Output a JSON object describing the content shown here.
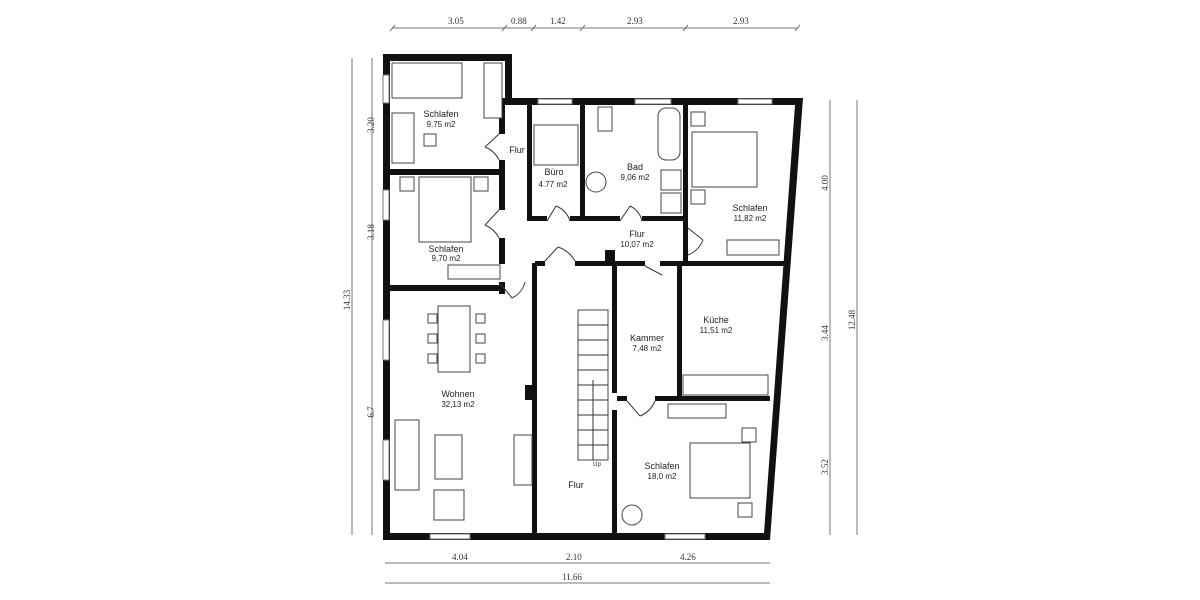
{
  "dimensions": {
    "top": [
      "3.05",
      "0.88",
      "1.42",
      "2.93",
      "2.93"
    ],
    "left": [
      "3.20",
      "3.18",
      "6.7"
    ],
    "left_total": "14.33",
    "right": [
      "4.00",
      "3.44",
      "3.52"
    ],
    "right_total": "12.48",
    "bottom": [
      "4.04",
      "2.10",
      "4.26"
    ],
    "bottom_total": "11.66"
  },
  "rooms": [
    {
      "name": "Schlafen",
      "area": "9.75 m2"
    },
    {
      "name": "Flur",
      "area": ""
    },
    {
      "name": "Büro",
      "area": "4.77 m2"
    },
    {
      "name": "Bad",
      "area": "9,06 m2"
    },
    {
      "name": "Schlafen",
      "area": "11,82 m2"
    },
    {
      "name": "Flur",
      "area": "10,07 m2"
    },
    {
      "name": "Schlafen",
      "area": "9,70 m2"
    },
    {
      "name": "Kammer",
      "area": "7,48 m2"
    },
    {
      "name": "Küche",
      "area": "11,51 m2"
    },
    {
      "name": "Wohnen",
      "area": "32,13 m2"
    },
    {
      "name": "Flur",
      "area": ""
    },
    {
      "name": "Schlafen",
      "area": "18,0 m2"
    }
  ],
  "stair_label": "Up"
}
